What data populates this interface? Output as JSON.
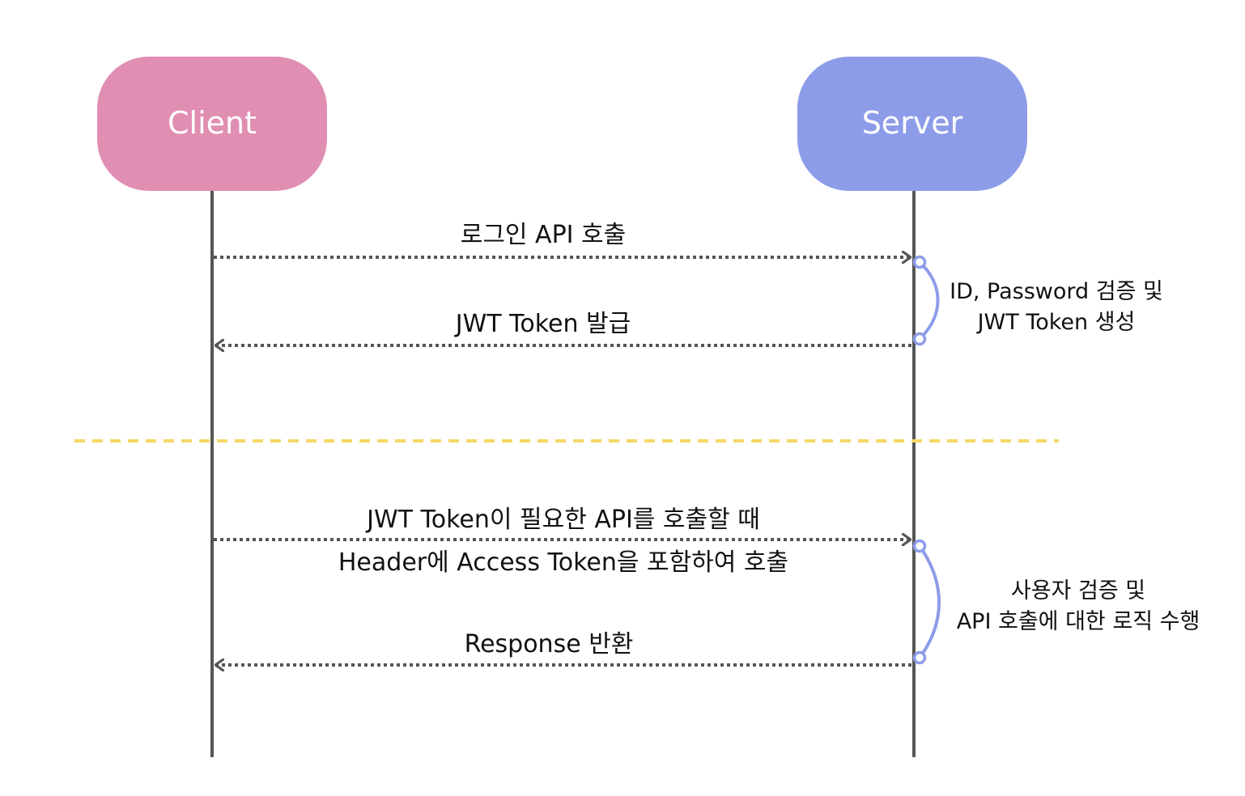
{
  "colors": {
    "client": "#e18eb3",
    "server": "#8d9ce9",
    "lifeline": "#555555",
    "arrow": "#555555",
    "separator": "#f6d765",
    "bracket": "#8d9ce9"
  },
  "actors": {
    "client": "Client",
    "server": "Server"
  },
  "messages": {
    "login_call": "로그인 API 호출",
    "token_issue": "JWT Token 발급",
    "api_call_line1": "JWT Token이 필요한 API를 호출할 때",
    "api_call_line2": "Header에 Access Token을 포함하여 호출",
    "response": "Response 반환"
  },
  "notes": {
    "verify_line1": "ID, Password 검증 및",
    "verify_line2": "JWT Token 생성",
    "logic_line1": "사용자 검증 및",
    "logic_line2": "API 호출에 대한 로직 수행"
  }
}
